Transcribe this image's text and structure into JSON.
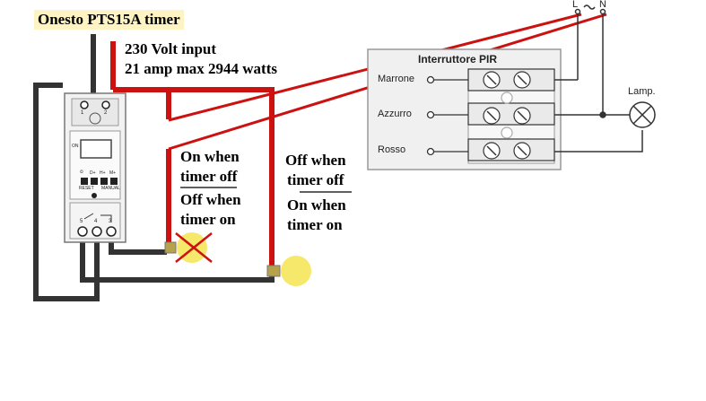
{
  "title": "Onesto PTS15A timer",
  "input": {
    "line1": "230 Volt input",
    "line2": "21 amp max 2944 watts"
  },
  "lamp_left": {
    "line1": "On when",
    "line2": "timer off",
    "line3": "Off when",
    "line4": "timer on"
  },
  "lamp_right": {
    "line1": "Off when",
    "line2": "timer off",
    "line3": "On when",
    "line4": "timer on"
  },
  "pir": {
    "title": "Interruttore PIR",
    "rows": [
      "Marrone",
      "Azzurro",
      "Rosso"
    ]
  },
  "supply": {
    "live": "L",
    "neutral": "N"
  },
  "lamp_label": "Lamp.",
  "timer_face": {
    "top_terminals": [
      "1",
      "2"
    ],
    "bottom_terminals": [
      "5",
      "4",
      "3"
    ],
    "on_label": "ON",
    "buttons_row1": [
      "⏲",
      "D+",
      "H+",
      "M+"
    ],
    "buttons_row2": [
      "RESET",
      "MANUAL"
    ]
  },
  "colors": {
    "wire_red": "#cc1111",
    "wire_dark": "#333333",
    "highlight": "#fdf3c3",
    "bulb": "#f6e86a"
  }
}
